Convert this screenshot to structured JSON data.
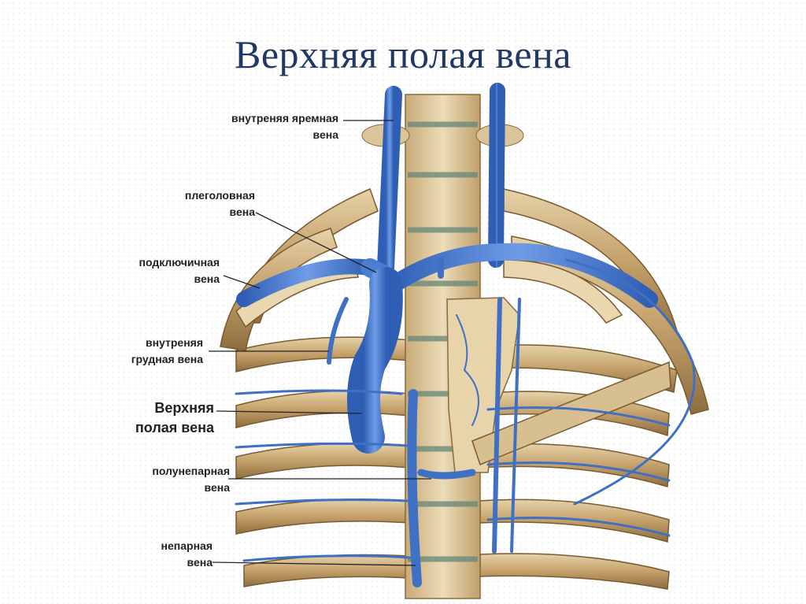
{
  "title": "Верхняя полая вена",
  "labels": [
    {
      "id": "internal-jugular",
      "lines": [
        "внутреняя яремная",
        "вена"
      ]
    },
    {
      "id": "brachiocephalic",
      "lines": [
        "плеголовная",
        "вена"
      ]
    },
    {
      "id": "subclavian",
      "lines": [
        "подключичная",
        "вена"
      ]
    },
    {
      "id": "internal-thoracic",
      "lines": [
        "внутреняя",
        "грудная вена"
      ]
    },
    {
      "id": "superior-vena-cava",
      "lines": [
        "Верхняя",
        "полая вена"
      ]
    },
    {
      "id": "hemiazygos",
      "lines": [
        "полунепарная",
        "вена"
      ]
    },
    {
      "id": "azygos",
      "lines": [
        "непарная",
        "вена"
      ]
    }
  ],
  "colors": {
    "title": "#1f3864",
    "vein": "#4a7fd0",
    "vein_dark": "#2a55a8",
    "bone": "#dcc49a",
    "bone_dark": "#a88a5a",
    "rib": "#b9955f"
  }
}
